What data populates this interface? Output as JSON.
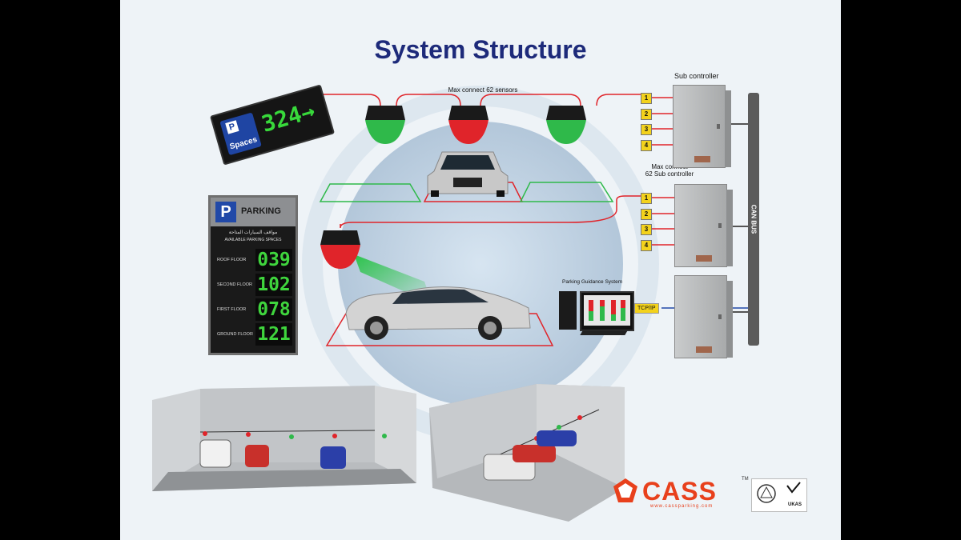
{
  "title": "System Structure",
  "top_label_sensors": "Max connect 62 sensors",
  "sub_controller_label": "Sub controller",
  "max_sub_label": "Max connect\n62 Sub controller",
  "can_bus": "CAN BUS",
  "ports_group1": [
    "1",
    "2",
    "3",
    "4"
  ],
  "ports_group2": [
    "1",
    "2",
    "3",
    "4"
  ],
  "tcp_label": "TCP/IP",
  "pgs_label": "Parking Guidance System",
  "spaces_sign": {
    "p": "P",
    "label": "Spaces",
    "value": "324→"
  },
  "parking_sign": {
    "p": "P",
    "title": "PARKING",
    "arabic": "مواقف السيارات المتاحة",
    "subtitle": "AVAILABLE PARKING SPACES",
    "floors": [
      {
        "name": "ROOF FLOOR",
        "value": "039"
      },
      {
        "name": "SECOND FLOOR",
        "value": "102"
      },
      {
        "name": "FIRST FLOOR",
        "value": "078"
      },
      {
        "name": "GROUND FLOOR",
        "value": "121"
      }
    ]
  },
  "brand": {
    "name": "CASS",
    "tm": "TM",
    "url": "www.cassparking.com"
  },
  "cert": {
    "ukas": "UKAS"
  },
  "colors": {
    "title": "#1d2a7a",
    "red": "#e0242a",
    "green": "#2fb94a",
    "yellow": "#f3d21c",
    "brand": "#e8401c"
  }
}
